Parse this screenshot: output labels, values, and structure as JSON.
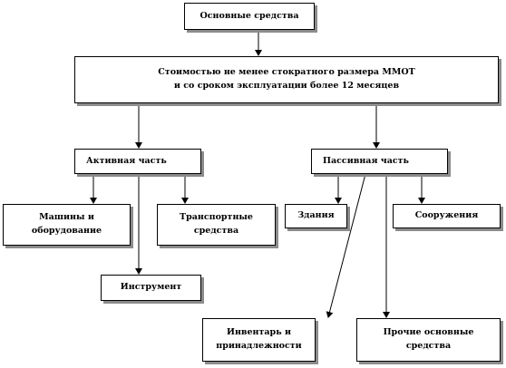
{
  "diagram": {
    "root": "Основные средства",
    "criteria": "Стоимостью не менее стократного размера ММОТ\nи со сроком эксплуатации более 12  месяцев",
    "active": "Активная часть",
    "passive": "Пассивная часть",
    "machines": "Машины и\nоборудование",
    "transport": "Транспортные\nсредства",
    "tools": "Инструмент",
    "buildings": "Здания",
    "structures": "Сооружения",
    "inventory": "Инвентарь и\nпринадлежности",
    "other": "Прочие основные\nсредства"
  },
  "colors": {
    "border": "#000000",
    "shadow": "#8c8c8c",
    "background": "#ffffff"
  }
}
